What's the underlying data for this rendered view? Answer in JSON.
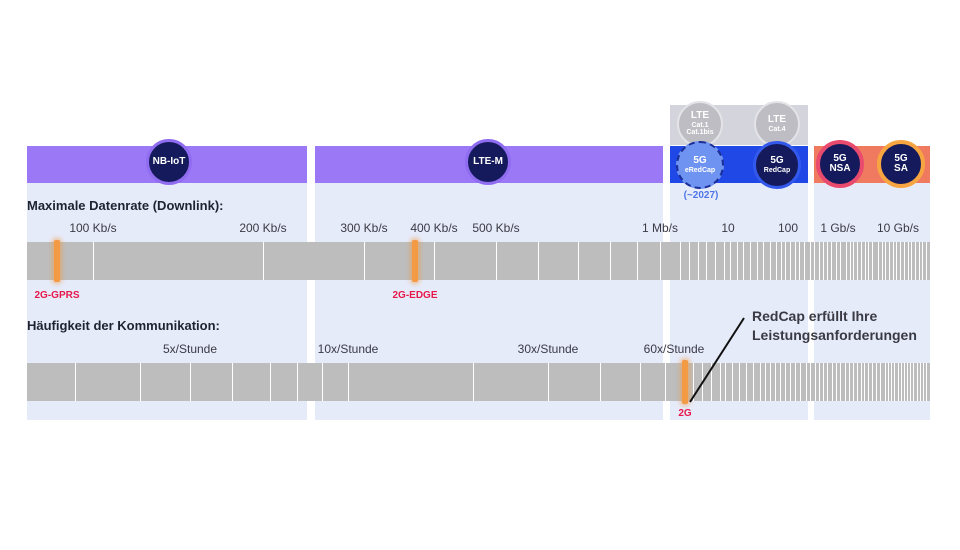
{
  "technologies": {
    "nbiot": "NB-IoT",
    "ltem": "LTE-M",
    "lte_cat1": {
      "line1": "LTE",
      "line2": "Cat.1",
      "line3": "Cat.1bis"
    },
    "lte_cat4": {
      "line1": "LTE",
      "line2": "Cat.4"
    },
    "eredcap": {
      "line1": "5G",
      "line2": "eRedCap",
      "note": "(~2027)"
    },
    "redcap": {
      "line1": "5G",
      "line2": "RedCap"
    },
    "nsa": {
      "line1": "5G",
      "line2": "NSA"
    },
    "sa": {
      "line1": "5G",
      "line2": "SA"
    }
  },
  "datarate": {
    "title": "Maximale Datenrate (Downlink):",
    "ticks": [
      "100 Kb/s",
      "200 Kb/s",
      "300 Kb/s",
      "400 Kb/s",
      "500 Kb/s",
      "1 Mb/s",
      "10",
      "100",
      "1 Gb/s",
      "10 Gb/s"
    ],
    "markers": [
      "2G-GPRS",
      "2G-EDGE"
    ]
  },
  "frequency": {
    "title": "Häufigkeit der Kommunikation:",
    "ticks": [
      "5x/Stunde",
      "10x/Stunde",
      "30x/Stunde",
      "60x/Stunde"
    ],
    "marker": "2G"
  },
  "annotation": {
    "line1": "RedCap erfüllt Ihre",
    "line2": "Leistungsanforderungen"
  },
  "colors": {
    "purple": "#9b78f5",
    "blue": "#1f48e6",
    "navy": "#141a5c",
    "panel": "#e6ebfa",
    "marker": "#f39a45",
    "red_label": "#e8174a",
    "pink_ring": "#e94b6e",
    "orange_ring": "#f7a540"
  }
}
